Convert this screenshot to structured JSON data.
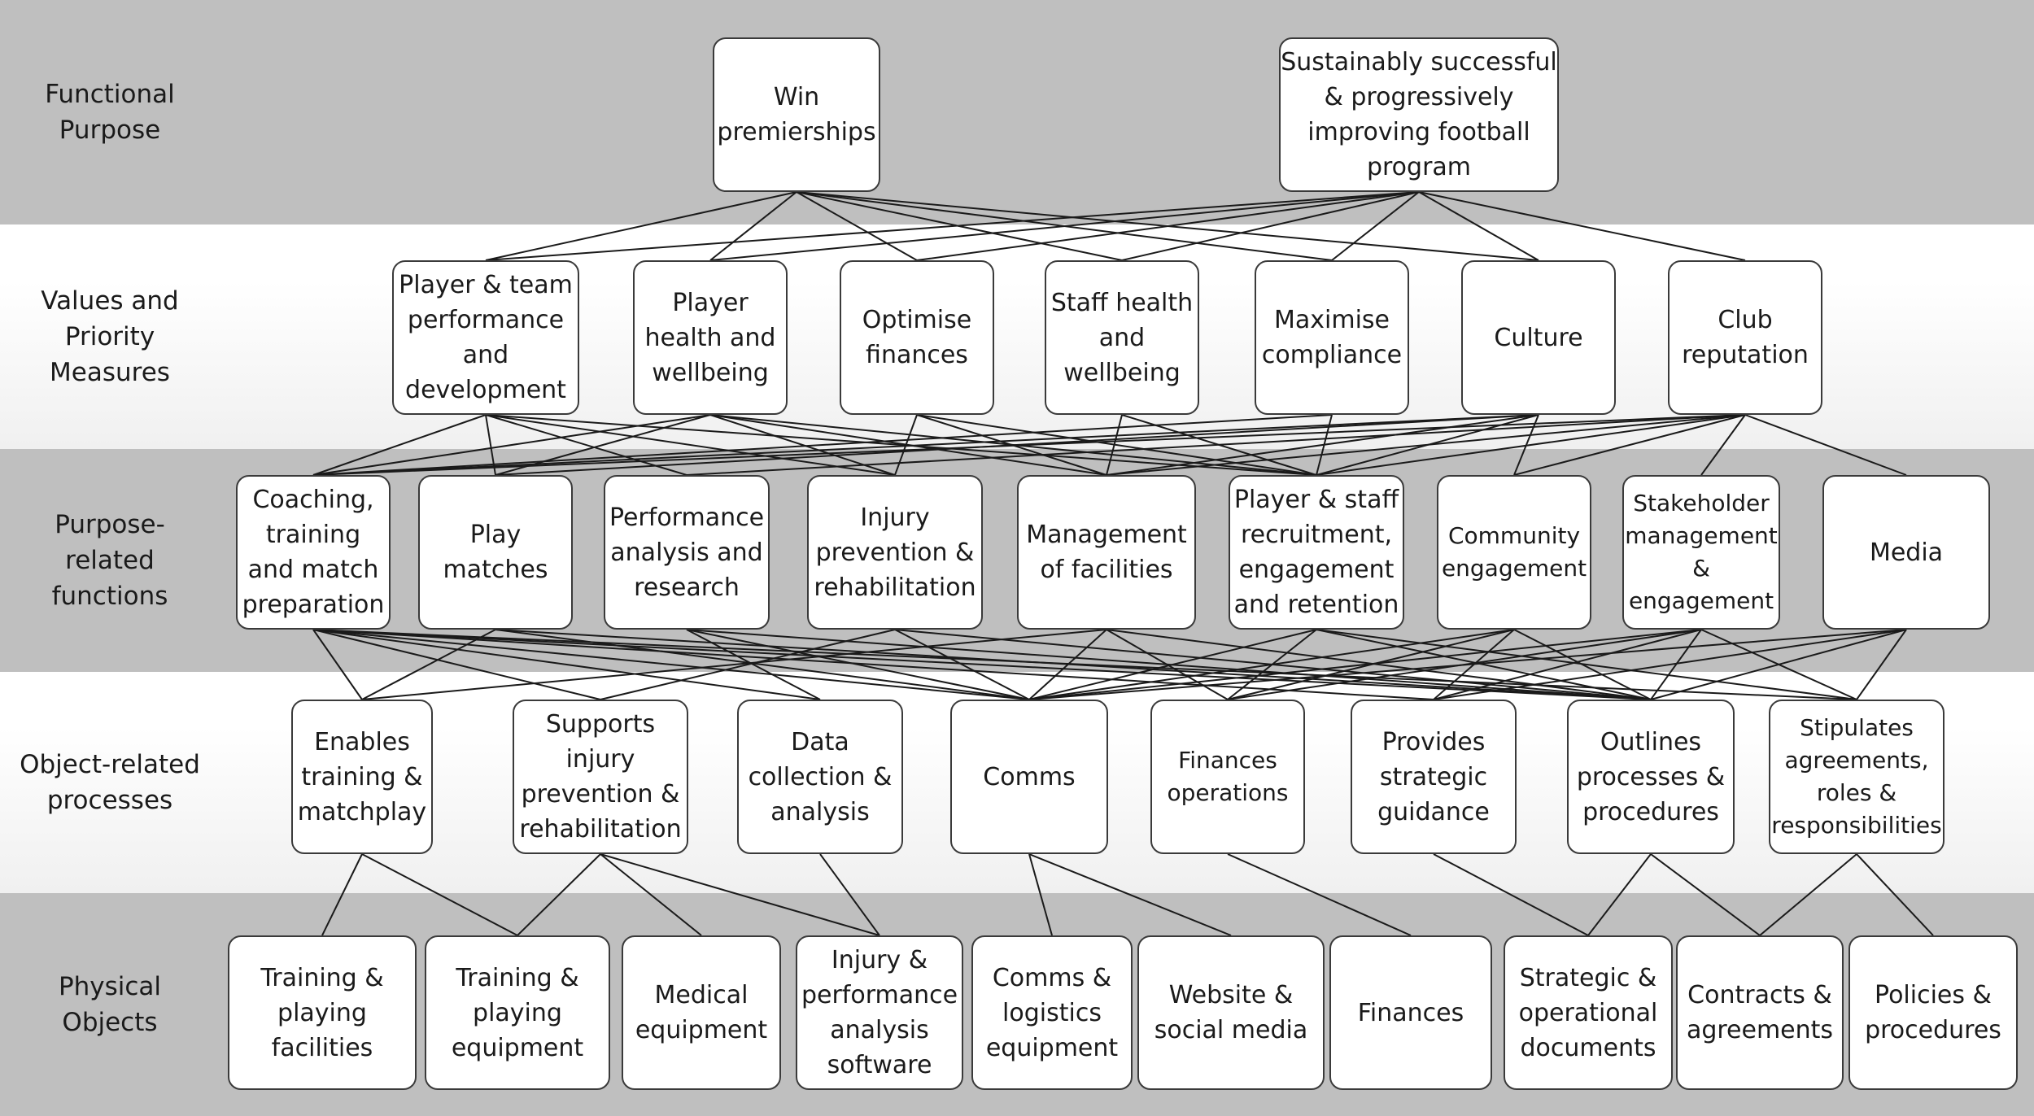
{
  "levels": [
    {
      "id": "fp",
      "label_lines": [
        "Functional",
        "Purpose"
      ]
    },
    {
      "id": "vp",
      "label_lines": [
        "Values and",
        "Priority",
        "Measures"
      ]
    },
    {
      "id": "prf",
      "label_lines": [
        "Purpose-",
        "related",
        "functions"
      ]
    },
    {
      "id": "orp",
      "label_lines": [
        "Object-related",
        "processes"
      ]
    },
    {
      "id": "po",
      "label_lines": [
        "Physical",
        "Objects"
      ]
    }
  ],
  "nodes": {
    "fp": [
      {
        "lines": [
          "Win",
          "premierships"
        ]
      },
      {
        "lines": [
          "Sustainably successful",
          "& progressively",
          "improving football",
          "program"
        ]
      }
    ],
    "vp": [
      {
        "lines": [
          "Player & team",
          "performance",
          "and",
          "development"
        ]
      },
      {
        "lines": [
          "Player",
          "health and",
          "wellbeing"
        ]
      },
      {
        "lines": [
          "Optimise",
          "finances"
        ]
      },
      {
        "lines": [
          "Staff health",
          "and",
          "wellbeing"
        ]
      },
      {
        "lines": [
          "Maximise",
          "compliance"
        ]
      },
      {
        "lines": [
          "Culture"
        ]
      },
      {
        "lines": [
          "Club",
          "reputation"
        ]
      }
    ],
    "prf": [
      {
        "lines": [
          "Coaching,",
          "training",
          "and match",
          "preparation"
        ]
      },
      {
        "lines": [
          "Play",
          "matches"
        ]
      },
      {
        "lines": [
          "Performance",
          "analysis and",
          "research"
        ]
      },
      {
        "lines": [
          "Injury",
          "prevention &",
          "rehabilitation"
        ]
      },
      {
        "lines": [
          "Management",
          "of facilities"
        ]
      },
      {
        "lines": [
          "Player & staff",
          "recruitment,",
          "engagement",
          "and retention"
        ]
      },
      {
        "lines": [
          "Community",
          "engagement"
        ]
      },
      {
        "lines": [
          "Stakeholder",
          "management",
          "&",
          "engagement"
        ]
      },
      {
        "lines": [
          "Media"
        ]
      }
    ],
    "orp": [
      {
        "lines": [
          "Enables",
          "training &",
          "matchplay"
        ]
      },
      {
        "lines": [
          "Supports",
          "injury",
          "prevention &",
          "rehabilitation"
        ]
      },
      {
        "lines": [
          "Data",
          "collection &",
          "analysis"
        ]
      },
      {
        "lines": [
          "Comms"
        ]
      },
      {
        "lines": [
          "Finances",
          "operations"
        ]
      },
      {
        "lines": [
          "Provides",
          "strategic",
          "guidance"
        ]
      },
      {
        "lines": [
          "Outlines",
          "processes &",
          "procedures"
        ]
      },
      {
        "lines": [
          "Stipulates",
          "agreements,",
          "roles &",
          "responsibilities"
        ]
      }
    ],
    "po": [
      {
        "lines": [
          "Training &",
          "playing",
          "facilities"
        ]
      },
      {
        "lines": [
          "Training &",
          "playing",
          "equipment"
        ]
      },
      {
        "lines": [
          "Medical",
          "equipment"
        ]
      },
      {
        "lines": [
          "Injury &",
          "performance",
          "analysis",
          "software"
        ]
      },
      {
        "lines": [
          "Comms &",
          "logistics",
          "equipment"
        ]
      },
      {
        "lines": [
          "Website &",
          "social media"
        ]
      },
      {
        "lines": [
          "Finances"
        ]
      },
      {
        "lines": [
          "Strategic &",
          "operational",
          "documents"
        ]
      },
      {
        "lines": [
          "Contracts &",
          "agreements"
        ]
      },
      {
        "lines": [
          "Policies &",
          "procedures"
        ]
      }
    ]
  },
  "links": {
    "fp_vp": [
      [
        0,
        0
      ],
      [
        0,
        1
      ],
      [
        0,
        2
      ],
      [
        0,
        3
      ],
      [
        0,
        4
      ],
      [
        0,
        5
      ],
      [
        1,
        0
      ],
      [
        1,
        1
      ],
      [
        1,
        2
      ],
      [
        1,
        3
      ],
      [
        1,
        4
      ],
      [
        1,
        5
      ],
      [
        1,
        6
      ]
    ],
    "vp_prf": [
      [
        0,
        0
      ],
      [
        0,
        1
      ],
      [
        0,
        2
      ],
      [
        0,
        3
      ],
      [
        0,
        5
      ],
      [
        1,
        0
      ],
      [
        1,
        1
      ],
      [
        1,
        3
      ],
      [
        1,
        4
      ],
      [
        1,
        5
      ],
      [
        2,
        3
      ],
      [
        2,
        4
      ],
      [
        2,
        5
      ],
      [
        3,
        4
      ],
      [
        3,
        5
      ],
      [
        4,
        0
      ],
      [
        4,
        5
      ],
      [
        5,
        0
      ],
      [
        5,
        1
      ],
      [
        5,
        4
      ],
      [
        5,
        5
      ],
      [
        5,
        6
      ],
      [
        6,
        0
      ],
      [
        6,
        2
      ],
      [
        6,
        4
      ],
      [
        6,
        5
      ],
      [
        6,
        6
      ],
      [
        6,
        7
      ],
      [
        6,
        8
      ]
    ],
    "prf_orp": [
      [
        0,
        0
      ],
      [
        0,
        1
      ],
      [
        0,
        2
      ],
      [
        0,
        3
      ],
      [
        0,
        5
      ],
      [
        0,
        6
      ],
      [
        0,
        7
      ],
      [
        1,
        0
      ],
      [
        1,
        3
      ],
      [
        1,
        6
      ],
      [
        2,
        2
      ],
      [
        2,
        3
      ],
      [
        2,
        6
      ],
      [
        3,
        1
      ],
      [
        3,
        3
      ],
      [
        3,
        6
      ],
      [
        4,
        0
      ],
      [
        4,
        3
      ],
      [
        4,
        4
      ],
      [
        4,
        6
      ],
      [
        5,
        3
      ],
      [
        5,
        4
      ],
      [
        5,
        6
      ],
      [
        5,
        7
      ],
      [
        6,
        3
      ],
      [
        6,
        4
      ],
      [
        6,
        5
      ],
      [
        6,
        6
      ],
      [
        7,
        3
      ],
      [
        7,
        4
      ],
      [
        7,
        5
      ],
      [
        7,
        6
      ],
      [
        7,
        7
      ],
      [
        8,
        3
      ],
      [
        8,
        5
      ],
      [
        8,
        6
      ],
      [
        8,
        7
      ]
    ],
    "orp_po": [
      [
        0,
        0
      ],
      [
        0,
        1
      ],
      [
        1,
        1
      ],
      [
        1,
        2
      ],
      [
        1,
        3
      ],
      [
        2,
        3
      ],
      [
        3,
        4
      ],
      [
        3,
        5
      ],
      [
        4,
        6
      ],
      [
        5,
        7
      ],
      [
        6,
        7
      ],
      [
        6,
        8
      ],
      [
        7,
        8
      ],
      [
        7,
        9
      ]
    ]
  }
}
